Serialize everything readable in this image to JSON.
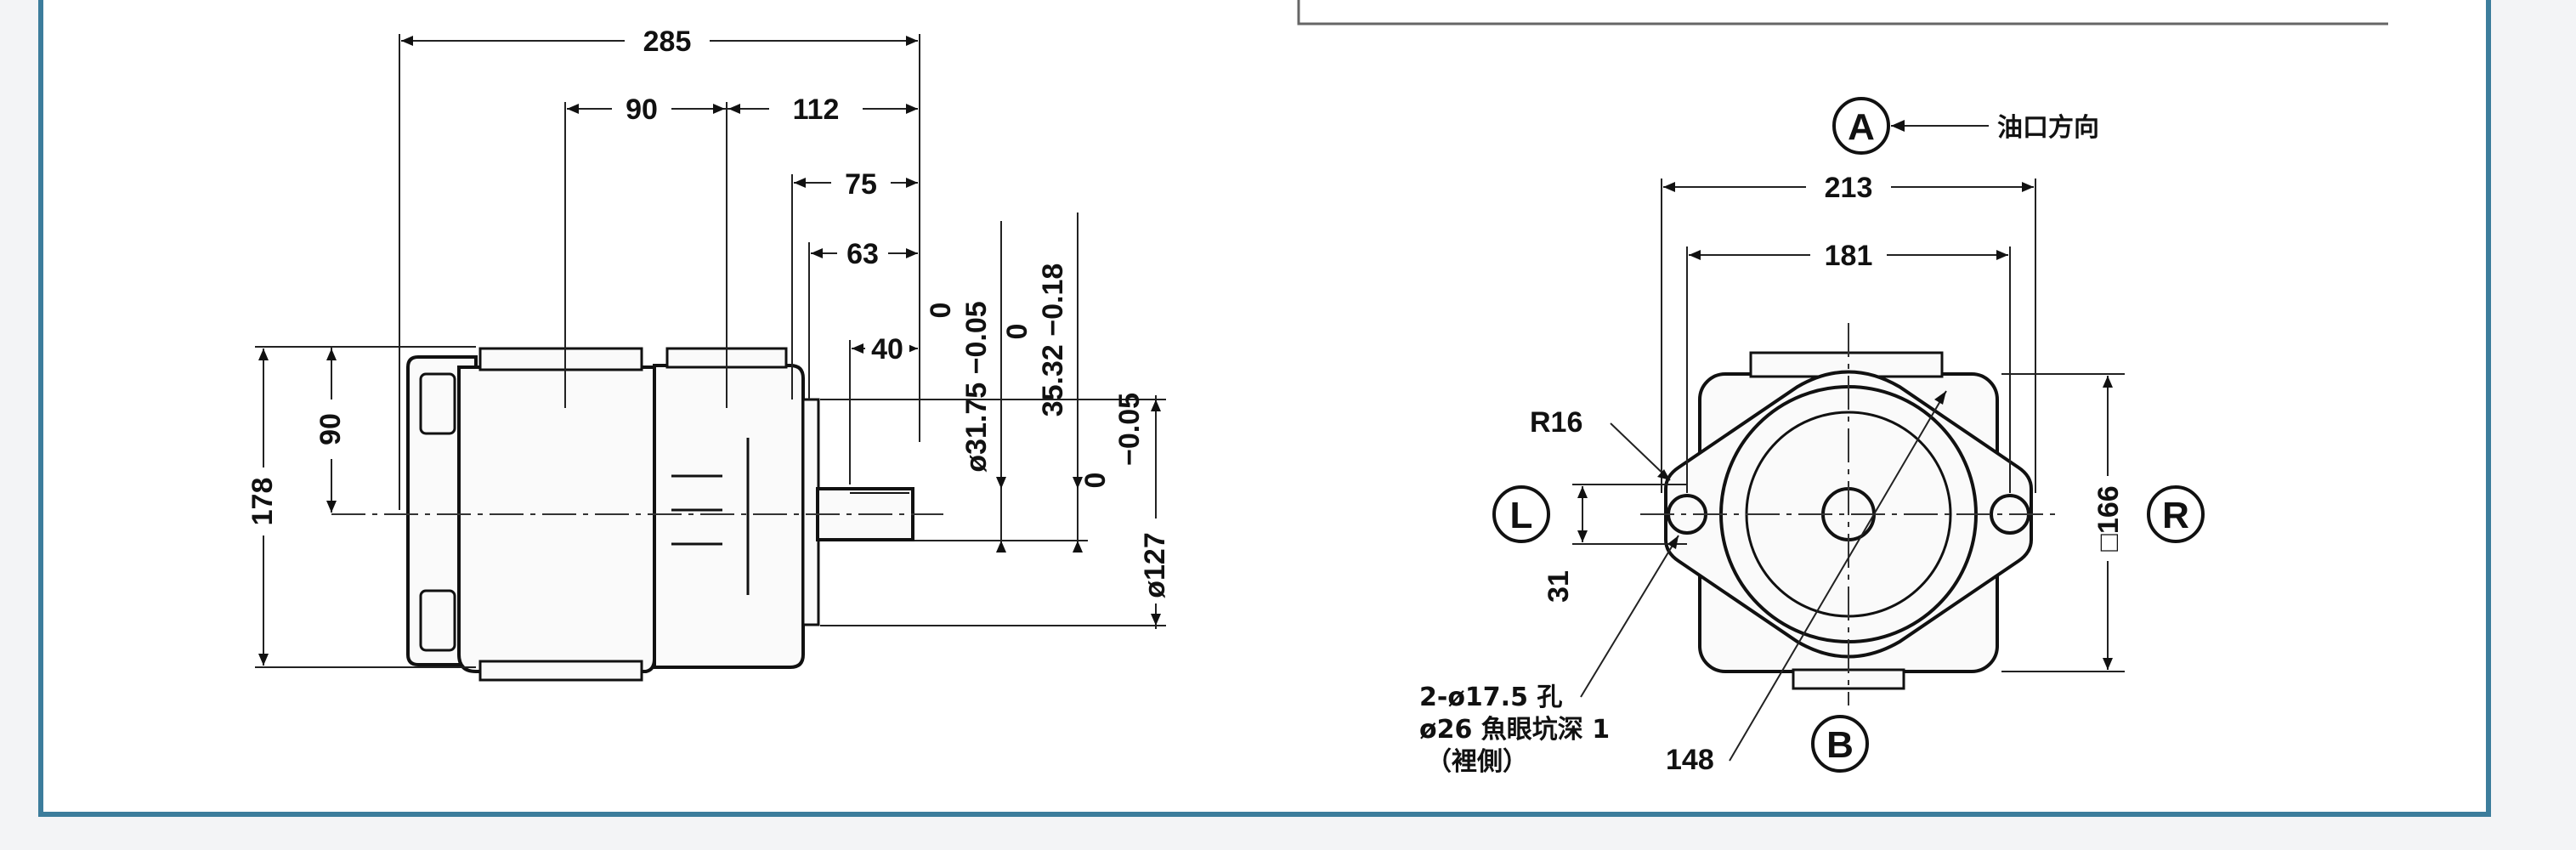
{
  "colors": {
    "frame_border": "#3c7d9c",
    "background": "#ffffff",
    "outer_background": "#f3f4f6",
    "ink": "#111111"
  },
  "side_view": {
    "dims": {
      "overall_length": "285",
      "body_length": "90",
      "front_length": "112",
      "shaft_75": "75",
      "shaft_63": "63",
      "shaft_40": "40",
      "height": "178",
      "center_height": "90",
      "shaft_dia_tol_upper": "0",
      "shaft_dia": "ø31.75 −0.05",
      "key_tol_upper": "0",
      "key_dim": "35.32 −0.18",
      "pilot_tol_upper": "0",
      "pilot_tol_lower": "−0.05",
      "pilot_dia": "ø127"
    }
  },
  "front_view": {
    "port_label": "A",
    "port_note": "油口方向",
    "dims": {
      "width_213": "213",
      "width_181": "181",
      "radius": "R16",
      "offset_31": "31",
      "square": "□166",
      "pcd": "148"
    },
    "left_port": "L",
    "right_port": "R",
    "bottom_port": "B",
    "hole_note_line1": "2-ø17.5 孔",
    "hole_note_line2": "ø26 魚眼坑深 1",
    "hole_note_line3": "（裡側）"
  }
}
